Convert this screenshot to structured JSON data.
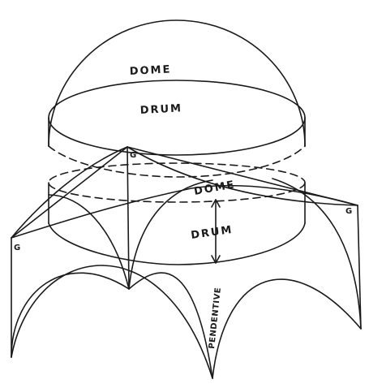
{
  "labels": {
    "upper_dome": "DOME",
    "upper_drum": "DRUM",
    "lower_dome": "DOME",
    "lower_drum": "DRUM",
    "pendentive": "PENDENTIVE",
    "corner_left": "G",
    "corner_center": "G",
    "corner_right": "G"
  },
  "colors": {
    "ink": "#1a1a1a",
    "paper": "#ffffff"
  }
}
